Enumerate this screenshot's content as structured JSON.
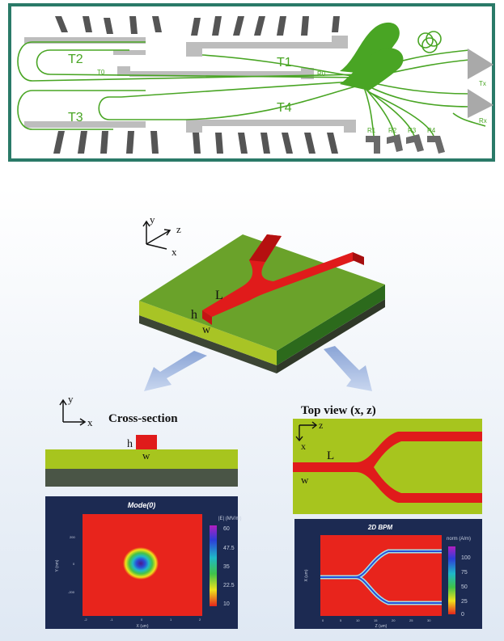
{
  "chip": {
    "border_color": "#2a7a68",
    "waveguide_color": "#49a524",
    "pad_color": "#b8b8b8",
    "label_color": "#49a524",
    "labels": {
      "t0": "T0",
      "t1": "T1",
      "t2": "T2",
      "t3": "T3",
      "t4": "T4",
      "r0": "R0",
      "r1": "R1",
      "r2": "R2",
      "r3": "R3",
      "r4": "R4",
      "tx": "Tx",
      "rx": "Rx"
    }
  },
  "device3d": {
    "axis_y": "y",
    "axis_z": "z",
    "axis_x": "x",
    "label_L": "L",
    "label_h": "h",
    "label_w": "w",
    "waveguide_color": "#e01b1b",
    "cladding_color": "#9cc21e",
    "substrate_color": "#44523c"
  },
  "cross_section": {
    "title": "Cross-section",
    "axis_y": "y",
    "axis_x": "x",
    "label_h": "h",
    "label_w": "w",
    "plot_title": "Mode(0)",
    "x_axis_label": "X (um)",
    "y_axis_label": "Y (nm)",
    "colorbar_title": "|E| (MV/m)",
    "colorbar_ticks": [
      "60",
      "47.5",
      "35",
      "22.5",
      "10"
    ]
  },
  "top_view": {
    "title": "Top view (x, z)",
    "axis_z": "z",
    "axis_x": "x",
    "label_L": "L",
    "label_w": "w",
    "plot_title": "2D BPM",
    "x_axis_label": "Z (um)",
    "y_axis_label": "X (um)",
    "colorbar_title": "norm (A/m)",
    "colorbar_ticks": [
      "100",
      "75",
      "50",
      "25",
      "0"
    ]
  }
}
